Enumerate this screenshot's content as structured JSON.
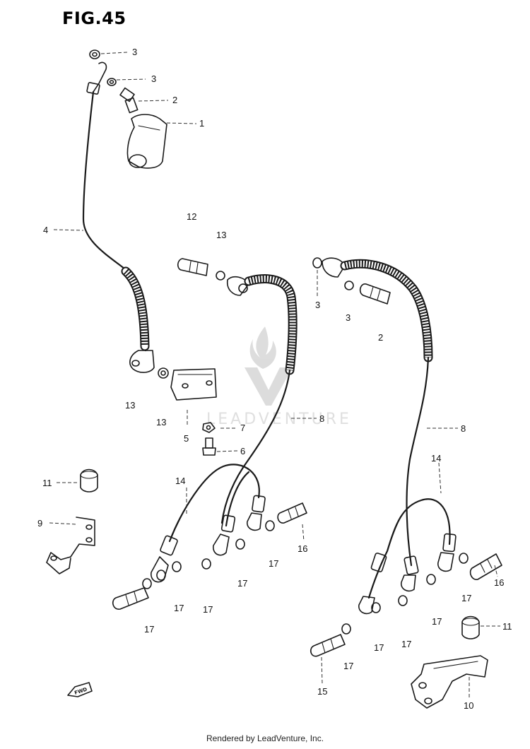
{
  "figure": {
    "title": "FIG.45",
    "footer": "Rendered by LeadVenture, Inc.",
    "watermark": "LEADVENTURE",
    "fwd_marker": "FWD"
  },
  "callouts": [
    {
      "id": "c-3a",
      "label": "3"
    },
    {
      "id": "c-3b",
      "label": "3"
    },
    {
      "id": "c-2a",
      "label": "2"
    },
    {
      "id": "c-1",
      "label": "1"
    },
    {
      "id": "c-4",
      "label": "4"
    },
    {
      "id": "c-12",
      "label": "12"
    },
    {
      "id": "c-13a",
      "label": "13"
    },
    {
      "id": "c-3c",
      "label": "3"
    },
    {
      "id": "c-3d",
      "label": "3"
    },
    {
      "id": "c-2b",
      "label": "2"
    },
    {
      "id": "c-13b",
      "label": "13"
    },
    {
      "id": "c-13c",
      "label": "13"
    },
    {
      "id": "c-5",
      "label": "5"
    },
    {
      "id": "c-7",
      "label": "7"
    },
    {
      "id": "c-6",
      "label": "6"
    },
    {
      "id": "c-8a",
      "label": "8"
    },
    {
      "id": "c-8b",
      "label": "8"
    },
    {
      "id": "c-14a",
      "label": "14"
    },
    {
      "id": "c-14b",
      "label": "14"
    },
    {
      "id": "c-11a",
      "label": "11"
    },
    {
      "id": "c-9",
      "label": "9"
    },
    {
      "id": "c-16a",
      "label": "16"
    },
    {
      "id": "c-17a",
      "label": "17"
    },
    {
      "id": "c-17b",
      "label": "17"
    },
    {
      "id": "c-16b",
      "label": "16"
    },
    {
      "id": "c-17c",
      "label": "17"
    },
    {
      "id": "c-17d",
      "label": "17"
    },
    {
      "id": "c-17e",
      "label": "17"
    },
    {
      "id": "c-17f",
      "label": "17"
    },
    {
      "id": "c-17g",
      "label": "17"
    },
    {
      "id": "c-11b",
      "label": "11"
    },
    {
      "id": "c-17h",
      "label": "17"
    },
    {
      "id": "c-17i",
      "label": "17"
    },
    {
      "id": "c-17j",
      "label": "17"
    },
    {
      "id": "c-15",
      "label": "15"
    },
    {
      "id": "c-10",
      "label": "10"
    }
  ]
}
